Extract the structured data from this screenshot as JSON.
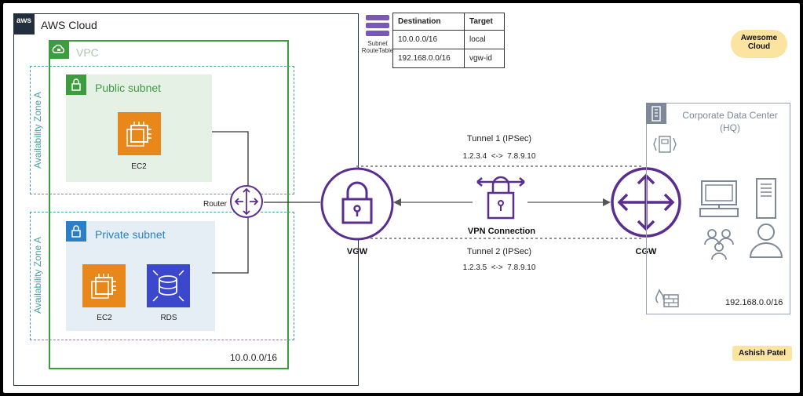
{
  "aws_cloud": {
    "label": "AWS Cloud",
    "logo": "aws"
  },
  "vpc": {
    "label": "VPC",
    "cidr": "10.0.0.0/16"
  },
  "availability_zones": [
    "Availability Zone A",
    "Availability Zone A"
  ],
  "public_subnet": {
    "label": "Public subnet",
    "instance": "EC2"
  },
  "private_subnet": {
    "label": "Private subnet",
    "instances": [
      "EC2",
      "RDS"
    ]
  },
  "router": {
    "label": "Router"
  },
  "route_table": {
    "caption_line1": "Subnet",
    "caption_line2": "RouteTable",
    "headers": [
      "Destination",
      "Target"
    ],
    "rows": [
      [
        "10.0.0.0/16",
        "local"
      ],
      [
        "192.168.0.0/16",
        "vgw-id"
      ]
    ]
  },
  "vgw": {
    "label": "VGW"
  },
  "cgw": {
    "label": "CGW"
  },
  "tunnel1": {
    "title": "Tunnel 1 (IPSec)",
    "ips": "1.2.3.4  <->  7.8.9.10"
  },
  "tunnel2": {
    "title": "Tunnel 2 (IPSec)",
    "ips": "1.2.3.5  <->  7.8.9.10"
  },
  "vpn": {
    "label": "VPN Connection"
  },
  "datacenter": {
    "title_line1": "Corporate Data Center",
    "title_line2": "(HQ)",
    "cidr": "192.168.0.0/16"
  },
  "badges": {
    "brand_line1": "Awesome",
    "brand_line2": "Cloud",
    "author": "Ashish Patel"
  },
  "colors": {
    "aws_border": "#232f3e",
    "vpc_green": "#3f9b3f",
    "subnet_public_bg": "#e6f1e6",
    "subnet_private_bg": "#e5eef5",
    "az_dash": "#4b9fa8",
    "compute_orange": "#e8881a",
    "rds_blue": "#3b48cc",
    "vpn_purple": "#5a2e8f",
    "dc_gray": "#7d8998",
    "badge_yellow": "#fbe3a0"
  }
}
